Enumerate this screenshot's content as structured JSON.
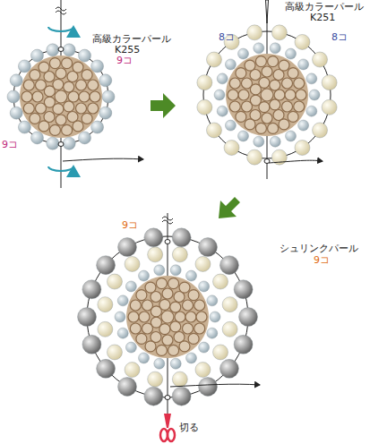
{
  "diagram": {
    "labels": [
      "高級カラーパール",
      "K255",
      "9コ",
      "9コ",
      "高級カラーパール",
      "K251",
      "8コ",
      "8コ",
      "9コ",
      "シュリンクパール",
      "9コ",
      "切る"
    ]
  }
}
